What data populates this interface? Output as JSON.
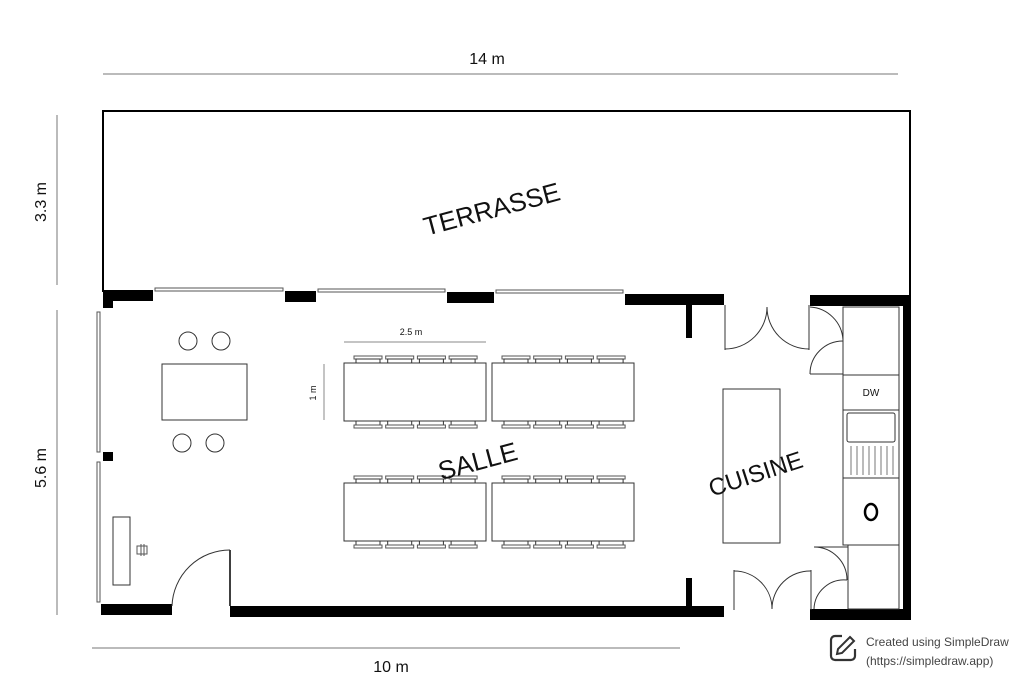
{
  "dimensions": {
    "top": "14 m",
    "bottom": "10 m",
    "left_upper": "3.3 m",
    "left_lower": "5.6 m",
    "table_length": "2.5 m",
    "table_width": "1 m"
  },
  "rooms": {
    "terrace": "TERRASSE",
    "hall": "SALLE",
    "kitchen": "CUISINE"
  },
  "appliances": {
    "dishwasher": "DW"
  },
  "credit": {
    "line1": "Created using SimpleDraw",
    "line2": "(https://simpledraw.app)",
    "icon": "edit-pencil-icon"
  }
}
